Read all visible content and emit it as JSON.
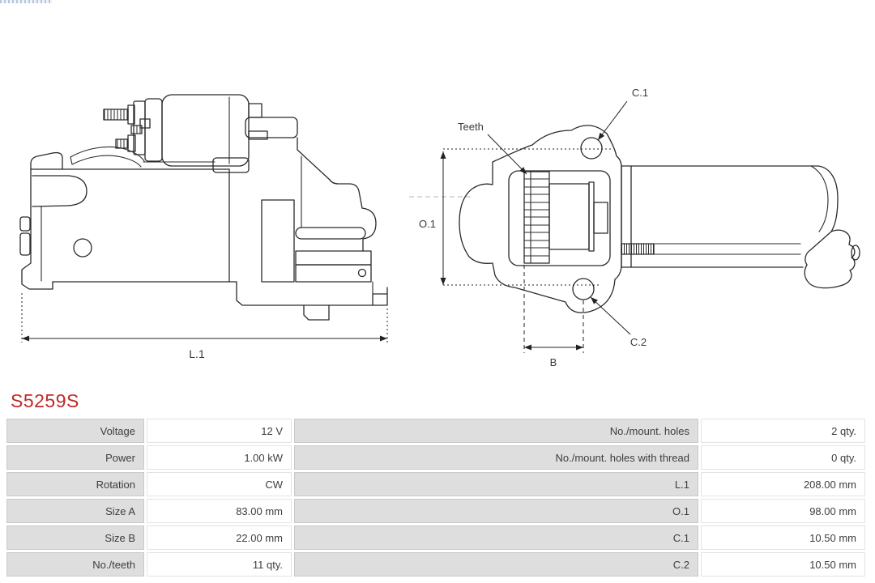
{
  "brand": {
    "logo_placeholder": "as-pl-logo-strip"
  },
  "part": {
    "number": "S5259S"
  },
  "colors": {
    "accent_red": "#c02828",
    "label_cell_bg": "#dedede",
    "line_color": "#2a2a2a"
  },
  "diagram": {
    "labels": {
      "l1": "L.1",
      "o1": "O.1",
      "b": "B",
      "c1": "C.1",
      "c2": "C.2",
      "teeth": "Teeth"
    }
  },
  "specs": {
    "left": [
      {
        "label": "Voltage",
        "value": "12 V"
      },
      {
        "label": "Power",
        "value": "1.00 kW"
      },
      {
        "label": "Rotation",
        "value": "CW"
      },
      {
        "label": "Size A",
        "value": "83.00 mm"
      },
      {
        "label": "Size B",
        "value": "22.00 mm"
      },
      {
        "label": "No./teeth",
        "value": "11 qty."
      }
    ],
    "right": [
      {
        "label": "No./mount. holes",
        "value": "2 qty."
      },
      {
        "label": "No./mount. holes with thread",
        "value": "0 qty."
      },
      {
        "label": "L.1",
        "value": "208.00 mm"
      },
      {
        "label": "O.1",
        "value": "98.00 mm"
      },
      {
        "label": "C.1",
        "value": "10.50 mm"
      },
      {
        "label": "C.2",
        "value": "10.50 mm"
      }
    ]
  }
}
